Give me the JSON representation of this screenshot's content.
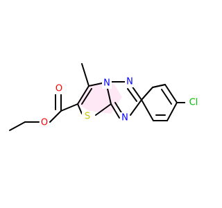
{
  "molecule": {
    "atoms": [
      {
        "id": "O_carbonyl",
        "symbol": "O",
        "color": "#ff0000"
      },
      {
        "id": "O_ester",
        "symbol": "O",
        "color": "#ff0000"
      },
      {
        "id": "N_bridge",
        "symbol": "N",
        "color": "#0000ff"
      },
      {
        "id": "N_2",
        "symbol": "N",
        "color": "#0000ff"
      },
      {
        "id": "N_4",
        "symbol": "N",
        "color": "#0000ff"
      },
      {
        "id": "S_1",
        "symbol": "S",
        "color": "#c8c800"
      },
      {
        "id": "Cl",
        "symbol": "Cl",
        "color": "#00c000"
      }
    ],
    "fused_ring_highlight_color": "#ffb6e6"
  }
}
